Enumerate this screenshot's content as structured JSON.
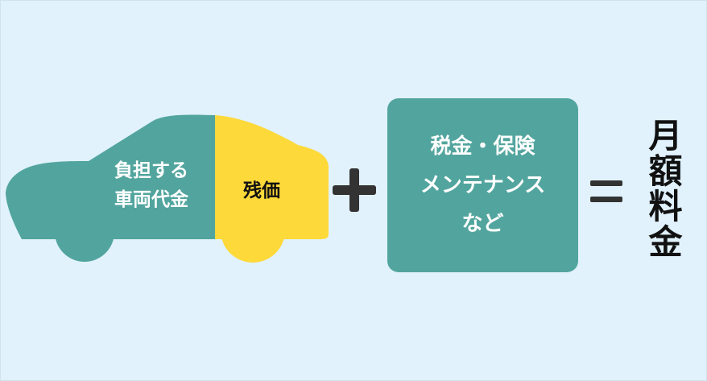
{
  "colors": {
    "background": "#e1f2fd",
    "teal": "#52a59e",
    "yellow": "#fdd93a",
    "operator": "#333333"
  },
  "car": {
    "left_line1": "負担する",
    "left_line2": "車両代金",
    "right_label": "残価"
  },
  "operators": {
    "plus": "+",
    "equals": "="
  },
  "box": {
    "line1": "税金・保険",
    "line2": "メンテナンス",
    "line3": "など"
  },
  "result": "月額料金"
}
